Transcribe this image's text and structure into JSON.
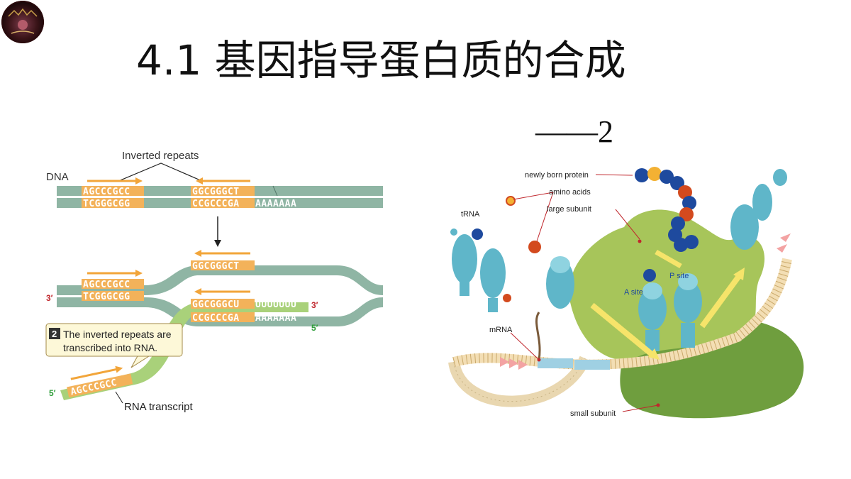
{
  "slide": {
    "title": "4.1 基因指导蛋白质的合成",
    "subtitle": "——2"
  },
  "left_figure": {
    "dna_label": "DNA",
    "inverted_repeats_label": "Inverted repeats",
    "seq_top_left": "AGCCCGCC",
    "seq_bottom_left": "TCGGGCGG",
    "seq_top_right": "GGCGGGCT",
    "seq_bottom_right": "CCGCCCGA",
    "seq_a_tail": "AAAAAAA",
    "rna_hairpin_seq": "GGCGGGCU",
    "rna_u_tail": "UUUUUUU",
    "rna_5prime_seq": "AGCCCGCC",
    "three_prime": "3′",
    "five_prime": "5′",
    "step_number": "2",
    "step_text_line1": "The inverted repeats are",
    "step_text_line2": "transcribed into RNA.",
    "rna_transcript_label": "RNA transcript"
  },
  "right_figure": {
    "labels": {
      "newly_born_protein": "newly born protein",
      "amino_acids": "amino acids",
      "large_subunit": "large subunit",
      "trna": "tRNA",
      "p_site": "P site",
      "a_site": "A site",
      "mrna": "mRNA",
      "small_subunit": "small subunit"
    }
  },
  "colors": {
    "dna_strand": "#8fb5a4",
    "repeat_box": "#f3b25a",
    "arrow_orange": "#f2a53a",
    "rna_green": "#a9d17a",
    "ribosome_large": "#a7c55a",
    "ribosome_small": "#6f9e3e",
    "trna_blue": "#5fb6c9",
    "red_pointer": "#c0272d"
  }
}
